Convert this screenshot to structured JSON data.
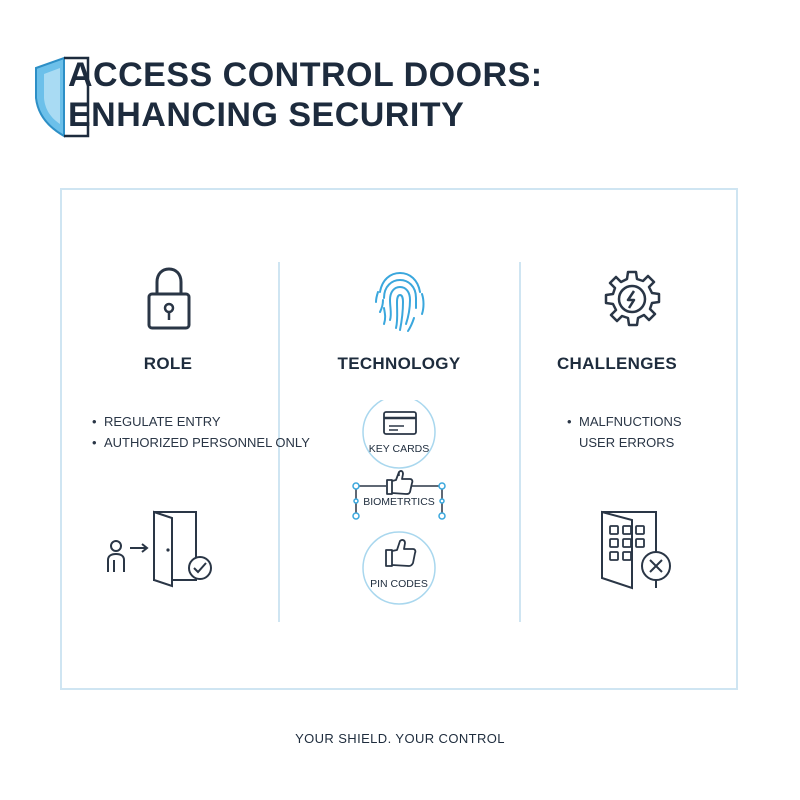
{
  "header": {
    "title_line1": "ACCESS CONTROL DOORS:",
    "title_line2": "ENHANCING SECURITY",
    "icon": "shield-icon"
  },
  "columns": {
    "role": {
      "heading": "ROLE",
      "icon": "padlock-icon",
      "bullets": [
        "REGULATE ENTRY",
        "AUTHORIZED PERSONNEL ONLY"
      ],
      "illustration": "person-entering-door-icon"
    },
    "technology": {
      "heading": "TECHNOLOGY",
      "icon": "fingerprint-icon",
      "items": [
        "KEY CARDS",
        "BIOMETRTICS",
        "PIN CODES"
      ]
    },
    "challenges": {
      "heading": "CHALLENGES",
      "icon": "gear-warning-icon",
      "bullets": [
        "MALFNUCTIONS",
        "USER ERRORS"
      ],
      "illustration": "keypad-error-icon"
    }
  },
  "footer": {
    "tagline": "YOUR SHIELD. YOUR CONTROL"
  },
  "colors": {
    "accent": "#3aa7dd",
    "accent_light": "#cfe5f2",
    "ink": "#1d2b3d"
  }
}
